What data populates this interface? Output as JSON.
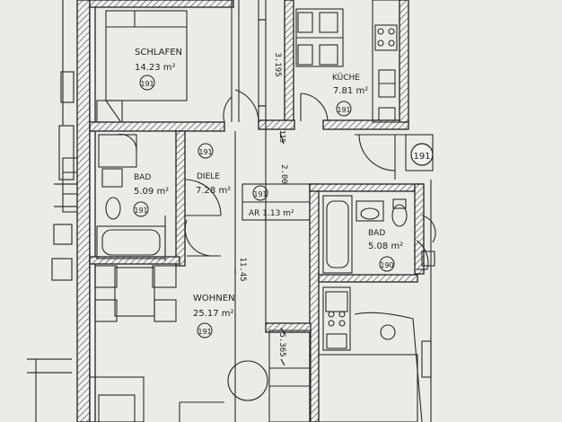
{
  "rooms": {
    "schlafen": {
      "name": "SCHLAFEN",
      "area": "14.23 m²",
      "tag": "191"
    },
    "kuche": {
      "name": "KÜCHE",
      "area": "7.81 m²",
      "tag": "191"
    },
    "bad1": {
      "name": "BAD",
      "area": "5.09 m²",
      "tag": "191"
    },
    "diele": {
      "name": "DIELE",
      "area": "7.28 m²",
      "tag": "191"
    },
    "ar": {
      "name": "AR 1.13 m²",
      "tag": "191"
    },
    "bad2": {
      "name": "BAD",
      "area": "5.08 m²",
      "tag": "190"
    },
    "wohnen": {
      "name": "WOHNEN",
      "area": "25.17 m²",
      "tag": "191"
    },
    "stair": {
      "tag": "191"
    }
  },
  "dimensions": {
    "d1": "3.195",
    "d2": "2.00",
    "d3": "11.45",
    "d4": "5.365",
    "d5": "115"
  },
  "colors": {
    "paper": "#ecebe6",
    "ink": "#2a2a2a",
    "hatch": "#555555"
  }
}
